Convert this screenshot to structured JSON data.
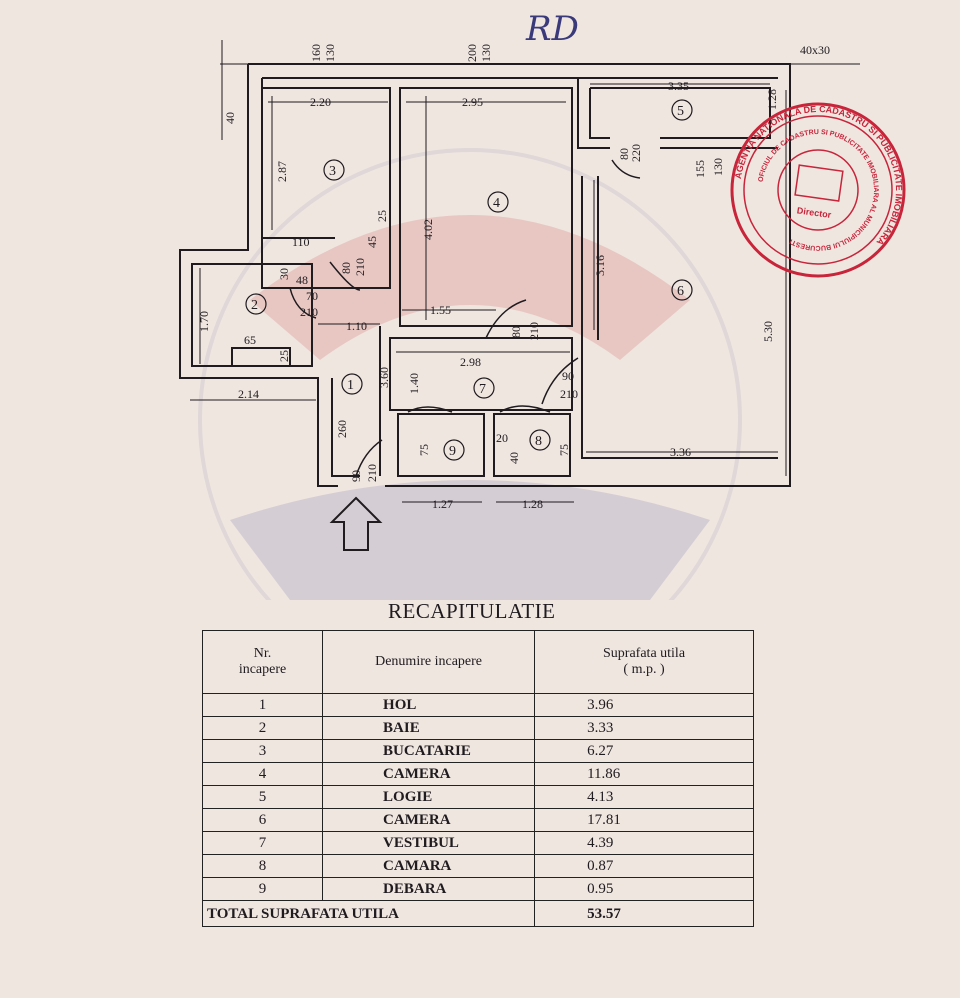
{
  "signature": "RD",
  "plan": {
    "rooms": [
      "1",
      "2",
      "3",
      "4",
      "5",
      "6",
      "7",
      "8",
      "9"
    ],
    "dims": {
      "d160": "160",
      "d130a": "130",
      "d200": "200",
      "d130b": "130",
      "d40x30": "40x30",
      "d40": "40",
      "d220": "2.20",
      "d295": "2.95",
      "d335": "3.35",
      "d128a": "1.28",
      "d287": "2.87",
      "d402": "4.02",
      "d80a": "80",
      "d220b": "220",
      "d155": "155",
      "d130c": "130",
      "d25a": "25",
      "d45": "45",
      "d110": "110",
      "d80b": "80",
      "d210a": "210",
      "d316": "3.16",
      "d530": "5.30",
      "d30": "30",
      "d48": "48",
      "d70": "70",
      "d210b": "210",
      "d170": "1.70",
      "d110b": "1.10",
      "d155b": "1.55",
      "d80c": "80",
      "d210c": "210",
      "d65": "65",
      "d25b": "25",
      "d360": "3.60",
      "d298": "2.98",
      "d140": "1.40",
      "d90a": "90",
      "d210d": "210",
      "d214": "2.14",
      "d260": "260",
      "d75a": "75",
      "d20": "20",
      "d40b": "40",
      "d75b": "75",
      "d336": "3.36",
      "d90b": "90",
      "d210e": "210",
      "d127": "1.27",
      "d128b": "1.28"
    }
  },
  "stamp": {
    "text": "AGENTIA NATIONALA DE CADASTRU SI PUBLICITATE IMOBILIARA",
    "inner": "OFICIUL DE CADASTRU SI PUBLICITATE IMOBILIARA AL MUNICIPIULUI BUCURESTI",
    "center": "Director",
    "color": "#c8243a"
  },
  "recap": {
    "title": "RECAPITULATIE",
    "headers": {
      "nr_line1": "Nr.",
      "nr_line2": "incapere",
      "name": "Denumire incapere",
      "area_line1": "Suprafata utila",
      "area_line2": "( m.p. )"
    },
    "rows": [
      {
        "nr": "1",
        "name": "HOL",
        "area": "3.96"
      },
      {
        "nr": "2",
        "name": "BAIE",
        "area": "3.33"
      },
      {
        "nr": "3",
        "name": "BUCATARIE",
        "area": "6.27"
      },
      {
        "nr": "4",
        "name": "CAMERA",
        "area": "11.86"
      },
      {
        "nr": "5",
        "name": "LOGIE",
        "area": "4.13"
      },
      {
        "nr": "6",
        "name": "CAMERA",
        "area": "17.81"
      },
      {
        "nr": "7",
        "name": "VESTIBUL",
        "area": "4.39"
      },
      {
        "nr": "8",
        "name": "CAMARA",
        "area": "0.87"
      },
      {
        "nr": "9",
        "name": "DEBARA",
        "area": "0.95"
      }
    ],
    "total_label": "TOTAL SUPRAFATA UTILA",
    "total_value": "53.57"
  }
}
